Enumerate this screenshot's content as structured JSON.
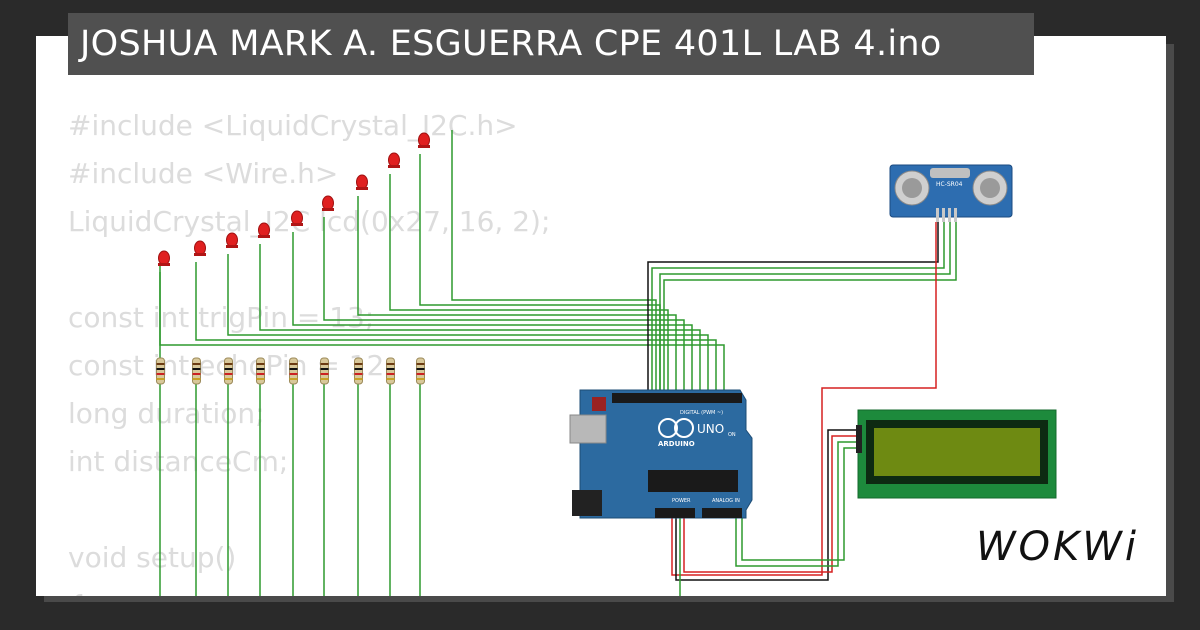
{
  "title": "JOSHUA MARK A. ESGUERRA CPE 401L LAB 4.ino",
  "code_lines": [
    "#include <LiquidCrystal_I2C.h>",
    "#include <Wire.h>",
    "LiquidCrystal_I2C lcd(0x27, 16, 2);",
    "",
    "const int trigPin = 13;",
    "const int echoPin = 12;",
    "long duration;",
    "int distanceCm;",
    "",
    "void setup()",
    "{"
  ],
  "components": {
    "arduino_brand": "ARDUINO",
    "arduino_model": "UNO",
    "arduino_digital_label": "DIGITAL (PWM ~)",
    "arduino_power_label": "POWER",
    "arduino_analog_label": "ANALOG IN",
    "arduino_on_label": "ON",
    "sensor_label": "HC-SR04",
    "led_count": 9,
    "resistor_count": 9
  },
  "logo": "WOKWi",
  "colors": {
    "background": "#2a2a2a",
    "title_bar": "#505050",
    "wire_green": "#2e9a2e",
    "wire_red": "#d62020",
    "wire_black": "#111111",
    "arduino_board": "#2c6aa0",
    "lcd_board": "#1d8a3c",
    "lcd_screen": "#6e8a12",
    "sensor_board": "#2d6db0",
    "led_red": "#e02020"
  }
}
